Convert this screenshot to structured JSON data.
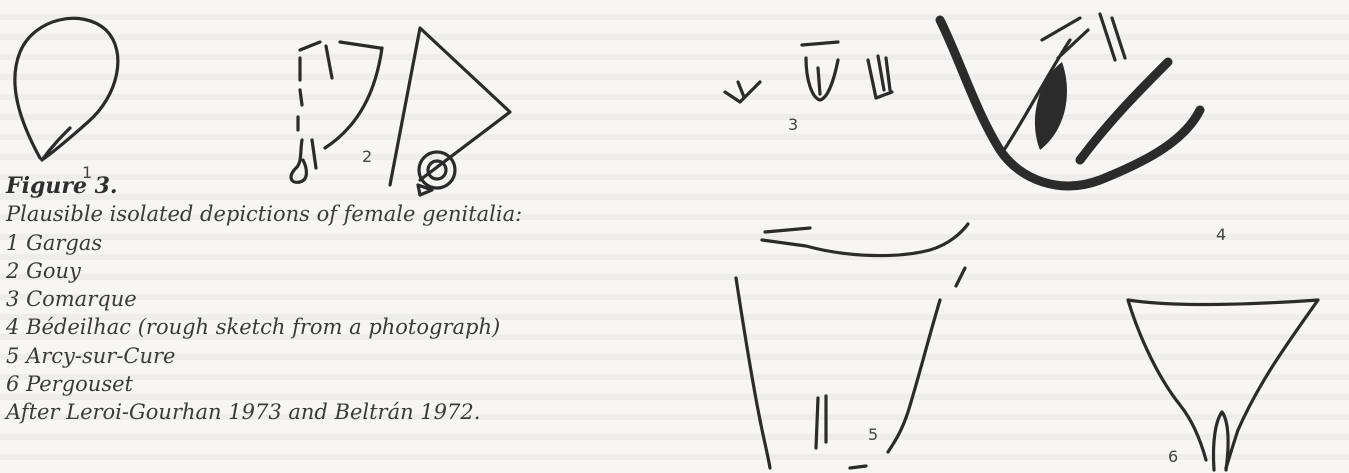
{
  "figure": {
    "label": "Figure 3.",
    "title": "Plausible isolated depictions of female genitalia:",
    "items": [
      {
        "number": "1",
        "site": "Gargas"
      },
      {
        "number": "2",
        "site": "Gouy"
      },
      {
        "number": "3",
        "site": "Comarque"
      },
      {
        "number": "4",
        "site": "Bédeilhac (rough sketch from a photograph)"
      },
      {
        "number": "5",
        "site": "Arcy-sur-Cure"
      },
      {
        "number": "6",
        "site": "Pergouset"
      }
    ],
    "source": "After Leroi-Gourhan 1973 and Beltrán 1972."
  },
  "drawing_labels": {
    "d1": "1",
    "d2": "2",
    "d3": "3",
    "d4": "4",
    "d5": "5",
    "d6": "6"
  }
}
